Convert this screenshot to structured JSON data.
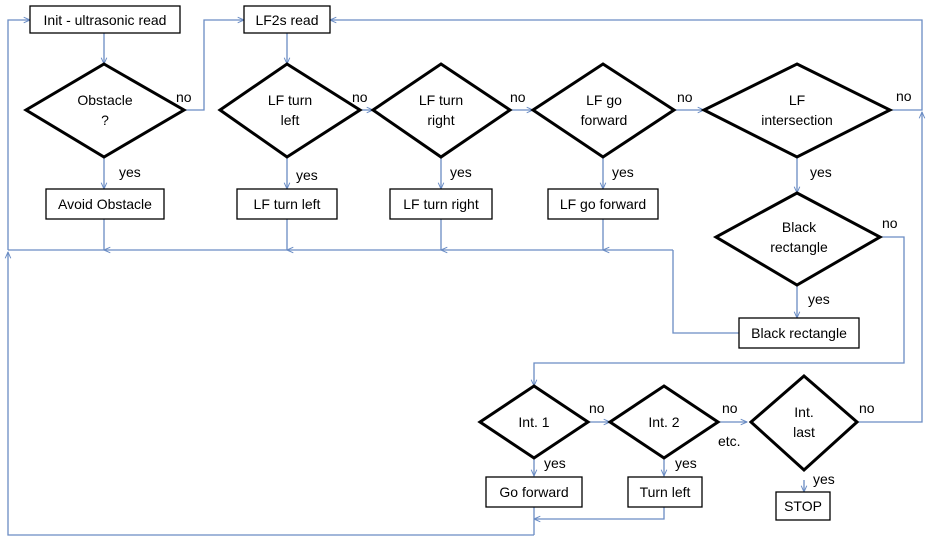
{
  "nodes": {
    "init": "Init - ultrasonic read",
    "obstacle_1": "Obstacle",
    "obstacle_2": "?",
    "avoid": "Avoid Obstacle",
    "lf2s": "LF2s read",
    "turn_left_q_1": "LF turn",
    "turn_left_q_2": "left",
    "turn_left": "LF turn left",
    "turn_right_q_1": "LF turn",
    "turn_right_q_2": "right",
    "turn_right": "LF turn right",
    "forward_q_1": "LF go",
    "forward_q_2": "forward",
    "forward": "LF go forward",
    "inter_q_1": "LF",
    "inter_q_2": "intersection",
    "black_q_1": "Black",
    "black_q_2": "rectangle",
    "black": "Black rectangle",
    "int1_q": "Int. 1",
    "int2_q": "Int. 2",
    "intlast_q_1": "Int.",
    "intlast_q_2": "last",
    "go_forward": "Go forward",
    "turn_left2": "Turn left",
    "stop": "STOP"
  },
  "edge_labels": {
    "no": "no",
    "yes": "yes",
    "etc": "etc."
  },
  "colors": {
    "connector": "#6a8cc4",
    "outline": "#000000",
    "background": "#ffffff"
  }
}
